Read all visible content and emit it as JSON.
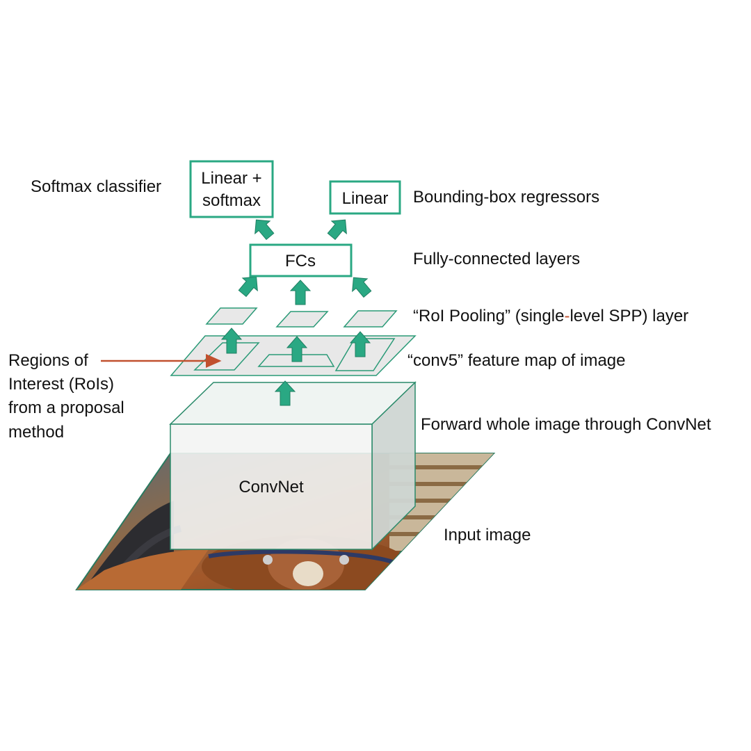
{
  "colors": {
    "accent": "#2aa883",
    "outline": "#2a9a77",
    "pointer": "#c1502e",
    "plate_fill": "#e8e8e8"
  },
  "boxes": {
    "softmax_line1": "Linear +",
    "softmax_line2": "softmax",
    "linear": "Linear",
    "fcs": "FCs",
    "convnet": "ConvNet"
  },
  "labels": {
    "softmax_classifier": "Softmax classifier",
    "bbox_regressors": "Bounding-box  regressors",
    "fully_connected": "Fully-connected layers",
    "roi_pooling_a": "“RoI Pooling”  (single",
    "roi_pooling_dash": "-",
    "roi_pooling_b": "level SPP) layer",
    "conv5": "“conv5” feature map of image",
    "forward": "Forward whole image through ConvNet",
    "input_image": "Input image",
    "regions_1": "Regions of",
    "regions_2": "Interest (RoIs)",
    "regions_3": "from a proposal",
    "regions_4": "method"
  },
  "icons": {
    "input_image": "horse-photo-image",
    "arrows": "up-arrow-icon"
  }
}
